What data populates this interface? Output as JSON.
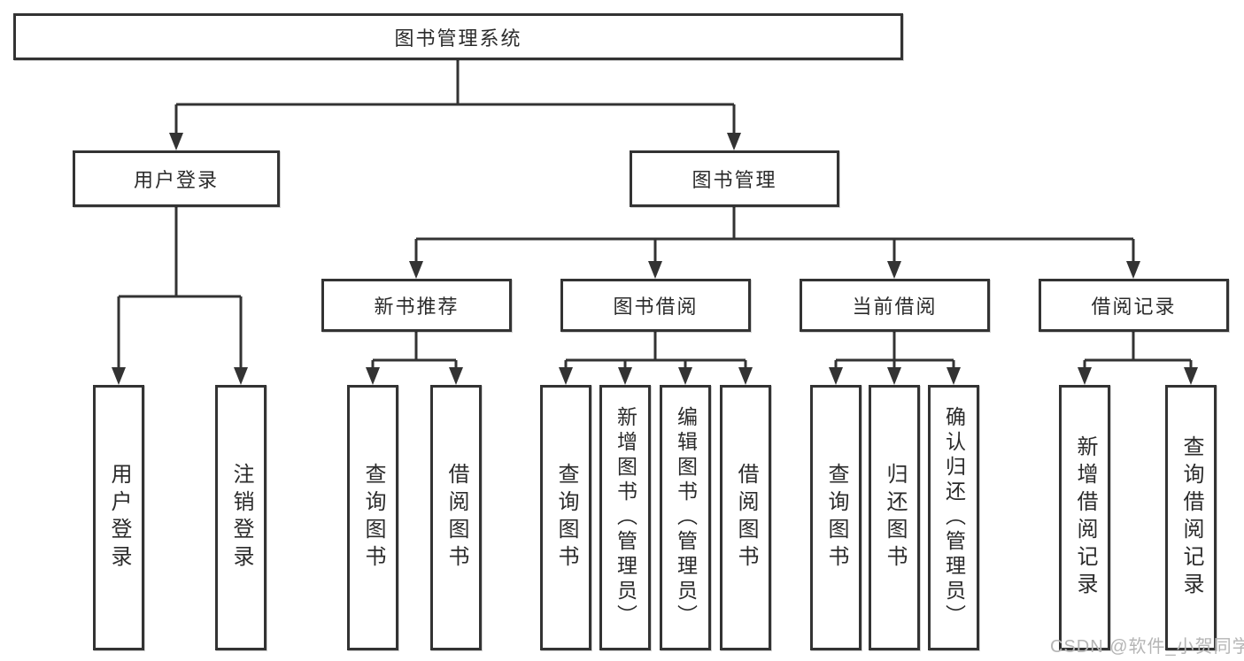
{
  "diagram": {
    "type": "hierarchy-tree",
    "title": "图书管理系统"
  },
  "nodes": {
    "root": {
      "label": "图书管理系统"
    },
    "user_login": {
      "label": "用户登录"
    },
    "book_mgmt": {
      "label": "图书管理"
    },
    "new_book_rec": {
      "label": "新书推荐"
    },
    "book_borrow": {
      "label": "图书借阅"
    },
    "current_borrow": {
      "label": "当前借阅"
    },
    "borrow_records": {
      "label": "借阅记录"
    },
    "leaf_user_login": {
      "label": "用户登录"
    },
    "leaf_logout": {
      "label": "注销登录"
    },
    "leaf_rec_query": {
      "label": "查询图书"
    },
    "leaf_rec_borrow": {
      "label": "借阅图书"
    },
    "leaf_bb_query": {
      "label": "查询图书"
    },
    "leaf_bb_add": {
      "label": "新增图书（管理员）"
    },
    "leaf_bb_edit": {
      "label": "编辑图书（管理员）"
    },
    "leaf_bb_borrow": {
      "label": "借阅图书"
    },
    "leaf_cb_query": {
      "label": "查询图书"
    },
    "leaf_cb_return": {
      "label": "归还图书"
    },
    "leaf_cb_confirm": {
      "label": "确认归还（管理员）"
    },
    "leaf_br_add": {
      "label": "新增借阅记录"
    },
    "leaf_br_query": {
      "label": "查询借阅记录"
    }
  },
  "hierarchy": {
    "图书管理系统": {
      "用户登录": [
        "用户登录",
        "注销登录"
      ],
      "图书管理": {
        "新书推荐": [
          "查询图书",
          "借阅图书"
        ],
        "图书借阅": [
          "查询图书",
          "新增图书（管理员）",
          "编辑图书（管理员）",
          "借阅图书"
        ],
        "当前借阅": [
          "查询图书",
          "归还图书",
          "确认归还（管理员）"
        ],
        "借阅记录": [
          "新增借阅记录",
          "查询借阅记录"
        ]
      }
    }
  },
  "watermark": "CSDN @软件_小贺同学",
  "colors": {
    "line": "#333333",
    "box_border": "#333333",
    "text": "#2b2b2b",
    "watermark": "#b5b5b5",
    "background": "#ffffff"
  }
}
